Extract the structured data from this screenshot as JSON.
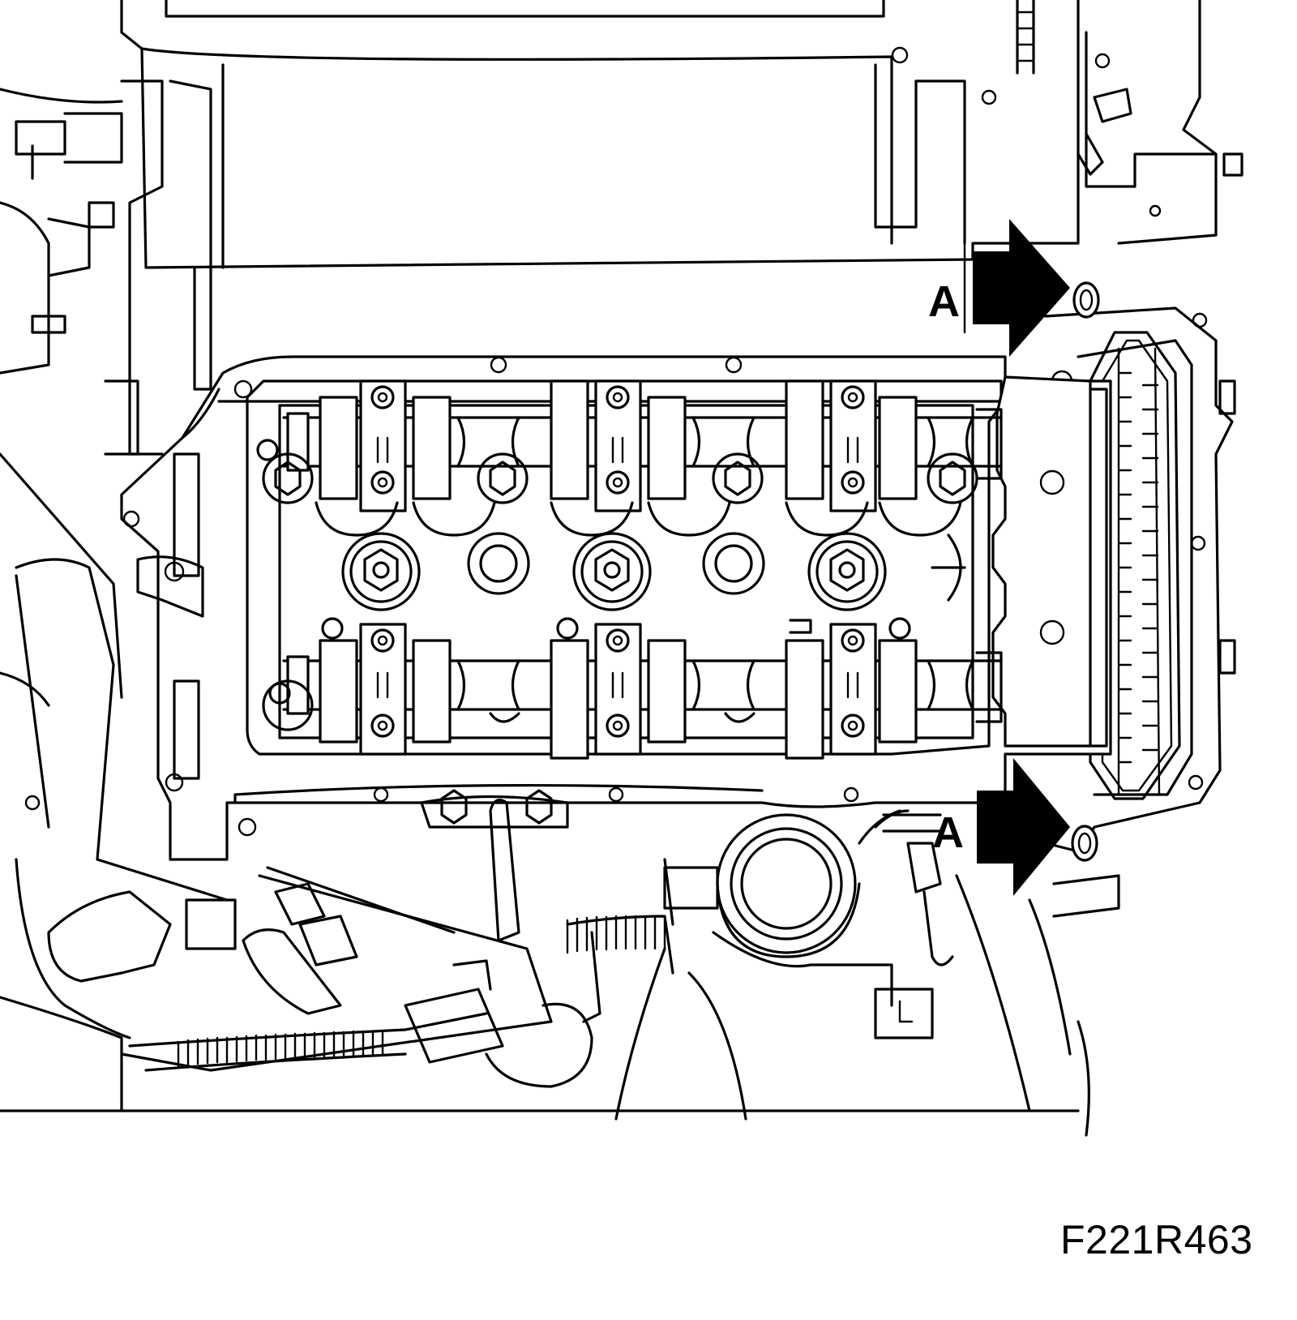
{
  "callouts": {
    "upper_label": "A",
    "lower_label": "A"
  },
  "figure_ref": "F221R463",
  "colors": {
    "line": "#000000",
    "background": "#ffffff"
  },
  "icons": [
    "arrow-right-icon"
  ]
}
